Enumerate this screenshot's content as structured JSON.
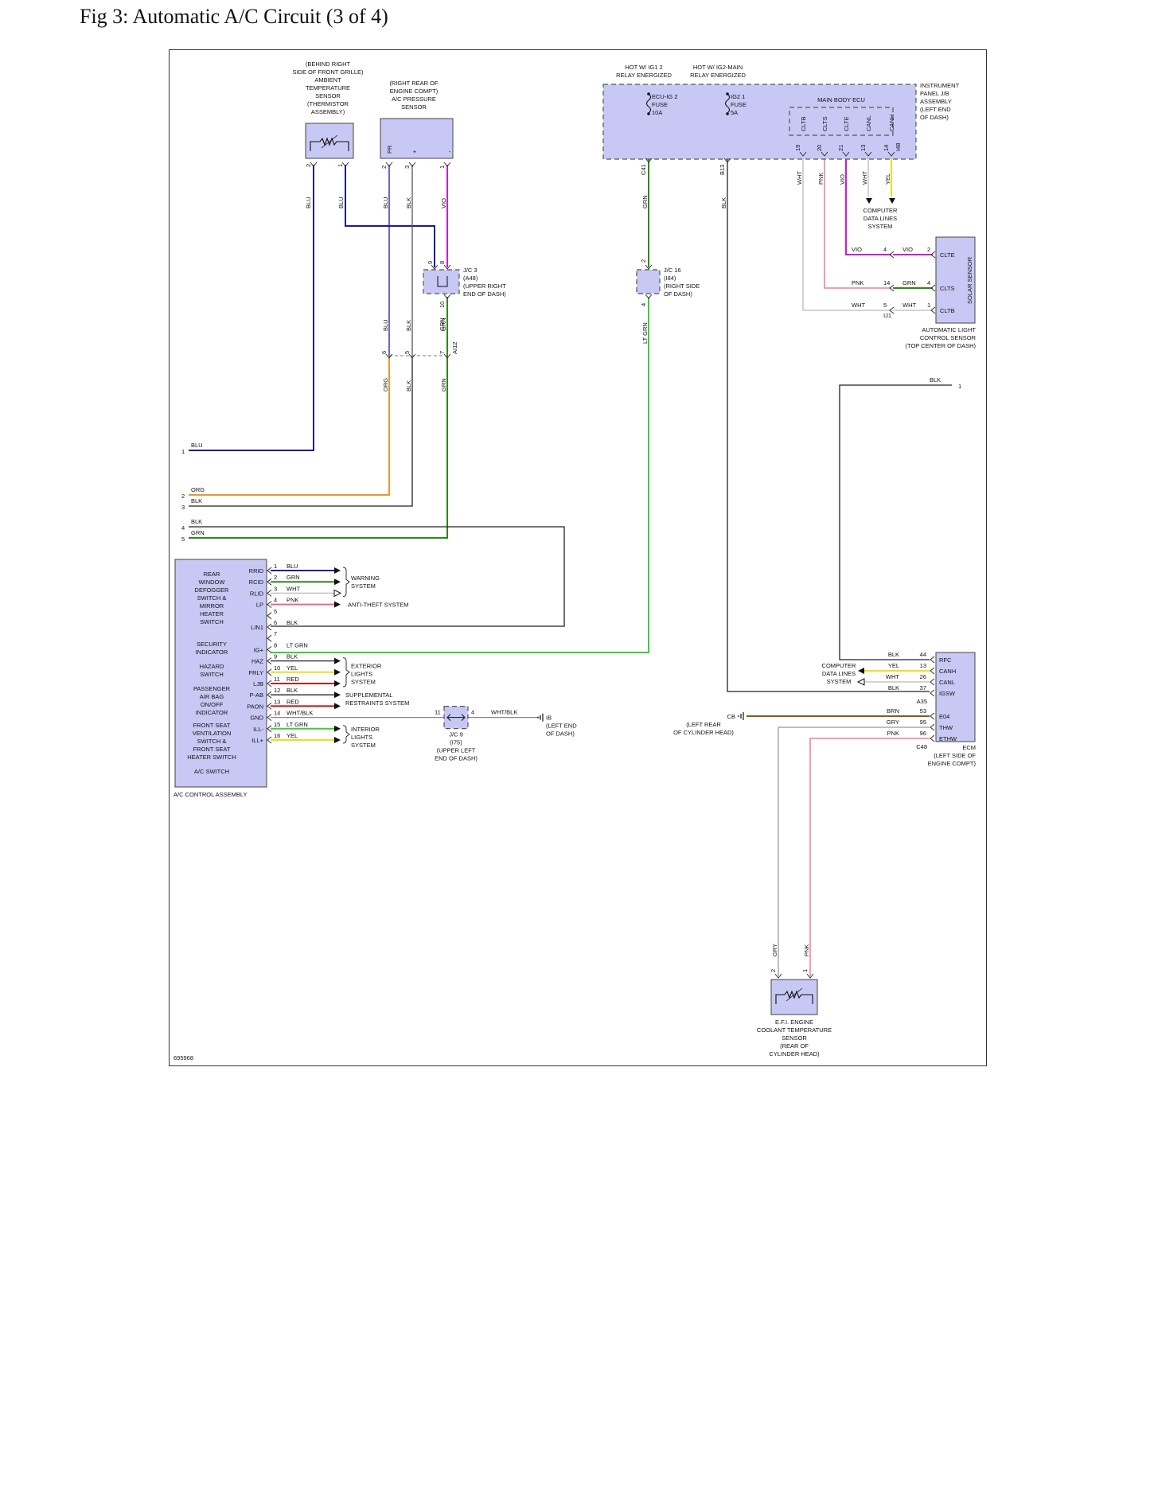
{
  "figure": {
    "title": "Fig 3: Automatic A/C Circuit (3 of 4)",
    "code": "695968"
  },
  "colors": {
    "BLU": "#1a1aa0",
    "BLK": "#222222",
    "VIO": "#d01ad0",
    "GRN": "#2a8a1a",
    "LT_GRN": "#3ccc3c",
    "ORG": "#e59a33",
    "PNK": "#ee6688",
    "WHT": "#bbbbbb",
    "YEL": "#e8e020",
    "RED": "#cc1111",
    "GRY": "#999999",
    "BRN": "#8a5a1a",
    "component_fill": "#c8c8f4"
  },
  "ambient_sensor": {
    "lines": [
      "(BEHIND RIGHT",
      "SIDE OF FRONT GRILLE)",
      "AMBIENT",
      "TEMPERATURE",
      "SENSOR",
      "(THERMISTOR",
      "ASSEMBLY)"
    ],
    "pins": [
      "2",
      "1"
    ],
    "wires": [
      "BLU",
      "BLU"
    ],
    "icon": "thermistor-icon"
  },
  "pressure_sensor": {
    "lines": [
      "(RIGHT REAR OF",
      "ENGINE COMPT)",
      "A/C PRESSURE",
      "SENSOR"
    ],
    "terminals": [
      "PR",
      "+",
      "-"
    ],
    "pins": [
      "2",
      "3",
      "1"
    ],
    "wires": [
      "BLU",
      "BLK",
      "VIO"
    ]
  },
  "relay_labels": {
    "ig1": [
      "HOT W/ IG1 2",
      "RELAY ENERGIZED"
    ],
    "ig2": [
      "HOT W/ IG2-MAIN",
      "RELAY ENERGIZED"
    ]
  },
  "fuses": {
    "ecu_ig2": [
      "ECU-IG 2",
      "FUSE",
      "10A"
    ],
    "ig2_1": [
      "IG2 1",
      "FUSE",
      "5A"
    ]
  },
  "instrument_jb": {
    "lines": [
      "INSTRUMENT",
      "PANEL J/B",
      "ASSEMBLY",
      "(LEFT END",
      "OF DASH)"
    ],
    "ecu_label": "MAIN BODY ECU",
    "terminals": [
      "CLTB",
      "CLTS",
      "CLTE",
      "CANL",
      "CANH"
    ],
    "pins": [
      "19",
      "20",
      "21",
      "13",
      "14"
    ],
    "connector": "I48",
    "wires": [
      "WHT",
      "PNK",
      "VIO",
      "WHT",
      "YEL"
    ],
    "fuse_connectors": [
      "C41",
      "B13"
    ],
    "fuse_wires": [
      "GRN",
      "BLK"
    ]
  },
  "computer_data_lines": [
    "COMPUTER",
    "DATA LINES",
    "SYSTEM"
  ],
  "solar_sensor": {
    "label": "SOLAR SENSOR",
    "terminals": [
      "CLTE",
      "CLTS",
      "CLTB"
    ],
    "pins": [
      "2",
      "4",
      "1"
    ],
    "splice_pins": [
      "4",
      "14",
      "5"
    ],
    "wires_left": [
      "VIO",
      "PNK",
      "WHT"
    ],
    "wires_right": [
      "VIO",
      "GRN",
      "WHT"
    ],
    "connector": "IJ1",
    "lines": [
      "AUTOMATIC LIGHT",
      "CONTROL SENSOR",
      "(TOP CENTER OF DASH)"
    ]
  },
  "jc3": {
    "lines": [
      "J/C 3",
      "(A48)",
      "(UPPER RIGHT",
      "END OF DASH)"
    ],
    "pins_top": [
      "9",
      "8"
    ],
    "pin_bottom": "10",
    "wire_bottom": "GRN"
  },
  "jc16": {
    "lines": [
      "J/C 16",
      "(I84)",
      "(RIGHT SIDE",
      "OF DASH)"
    ],
    "pin_top": "2",
    "pin_bottom": "4",
    "wire_bottom": "LT GRN"
  },
  "inline_conn": {
    "id": "AI12",
    "pins": [
      "6",
      "5",
      "7"
    ],
    "wires_up": [
      "BLU",
      "BLK",
      "GRN"
    ],
    "wires_down": [
      "ORG",
      "BLK",
      "GRN"
    ]
  },
  "left_offpage": [
    {
      "num": "1",
      "wire": "BLU"
    },
    {
      "num": "2",
      "wire": "ORG"
    },
    {
      "num": "3",
      "wire": "BLK"
    },
    {
      "num": "4",
      "wire": "BLK"
    },
    {
      "num": "5",
      "wire": "GRN"
    }
  ],
  "ac_control": {
    "label": "A/C CONTROL ASSEMBLY",
    "functions": [
      [
        "REAR",
        "WINDOW",
        "DEFOGGER",
        "SWITCH &",
        "MIRROR",
        "HEATER",
        "SWITCH"
      ],
      [
        "SECURITY",
        "INDICATOR"
      ],
      [
        "HAZARD",
        "SWITCH"
      ],
      [
        "PASSENGER",
        "AIR BAG",
        "ON/OFF",
        "INDICATOR"
      ],
      [
        "FRONT SEAT",
        "VENTILATION",
        "SWITCH &",
        "FRONT SEAT",
        "HEATER SWITCH"
      ],
      [
        "A/C SWITCH"
      ]
    ],
    "pins": [
      {
        "term": "RRID",
        "pin": "1",
        "wire": "BLU"
      },
      {
        "term": "RCID",
        "pin": "2",
        "wire": "GRN"
      },
      {
        "term": "RLID",
        "pin": "3",
        "wire": "WHT"
      },
      {
        "term": "LP",
        "pin": "4",
        "wire": "PNK"
      },
      {
        "term": "",
        "pin": "5",
        "wire": ""
      },
      {
        "term": "LIN1",
        "pin": "6",
        "wire": "BLK"
      },
      {
        "term": "",
        "pin": "7",
        "wire": ""
      },
      {
        "term": "IG+",
        "pin": "8",
        "wire": "LT GRN"
      },
      {
        "term": "HAZ",
        "pin": "9",
        "wire": "BLK"
      },
      {
        "term": "FRLY",
        "pin": "10",
        "wire": "YEL"
      },
      {
        "term": "LJB",
        "pin": "11",
        "wire": "RED"
      },
      {
        "term": "P-AB",
        "pin": "12",
        "wire": "BLK"
      },
      {
        "term": "PAON",
        "pin": "13",
        "wire": "RED"
      },
      {
        "term": "GND",
        "pin": "14",
        "wire": "WHT/BLK"
      },
      {
        "term": "ILL-",
        "pin": "15",
        "wire": "LT GRN"
      },
      {
        "term": "ILL+",
        "pin": "16",
        "wire": "YEL"
      }
    ],
    "systems": {
      "warning": [
        "WARNING",
        "SYSTEM"
      ],
      "anti_theft": "ANTI-THEFT SYSTEM",
      "exterior": [
        "EXTERIOR",
        "LIGHTS",
        "SYSTEM"
      ],
      "srs": [
        "SUPPLEMENTAL",
        "RESTRAINTS SYSTEM"
      ],
      "interior": [
        "INTERIOR",
        "LIGHTS",
        "SYSTEM"
      ]
    }
  },
  "jc9": {
    "pins": [
      "11",
      "4"
    ],
    "wire": "WHT/BLK",
    "lines": [
      "J/C 9",
      "(I75)",
      "(UPPER LEFT",
      "END OF DASH)"
    ],
    "ground": "IB",
    "ground_lines": [
      "(LEFT END",
      "OF DASH)"
    ]
  },
  "blk_offpage": {
    "wire": "BLK",
    "num": "1"
  },
  "ecm": {
    "label": "ECM",
    "location": [
      "(LEFT SIDE OF",
      "ENGINE COMPT)"
    ],
    "pins": [
      {
        "term": "RFC",
        "pin": "44",
        "wire": "BLK"
      },
      {
        "term": "CANH",
        "pin": "13",
        "wire": "YEL"
      },
      {
        "term": "CANL",
        "pin": "26",
        "wire": "WHT"
      },
      {
        "term": "IGSW",
        "pin": "37",
        "wire": "BLK"
      },
      {
        "term": "E04",
        "pin": "53",
        "wire": "BRN"
      },
      {
        "term": "THW",
        "pin": "95",
        "wire": "GRY"
      },
      {
        "term": "ETHW",
        "pin": "96",
        "wire": "PNK"
      }
    ],
    "connectors": [
      "A35",
      "C48"
    ],
    "data_lines": [
      "COMPUTER",
      "DATA LINES",
      "SYSTEM"
    ],
    "ground": "CB",
    "ground_lines": [
      "(LEFT REAR",
      "OF CYLINDER HEAD)"
    ]
  },
  "coolant_sensor": {
    "lines": [
      "E.F.I. ENGINE",
      "COOLANT TEMPERATURE",
      "SENSOR",
      "(REAR OF",
      "CYLINDER HEAD)"
    ],
    "pins": [
      "2",
      "1"
    ],
    "wires": [
      "GRY",
      "PNK"
    ],
    "icon": "thermistor-icon"
  }
}
